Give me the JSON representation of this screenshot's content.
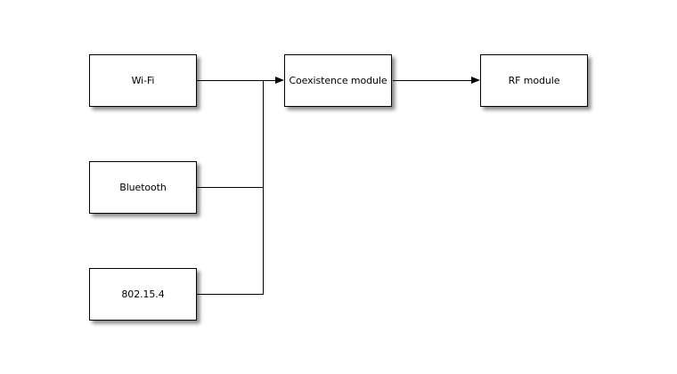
{
  "diagram": {
    "background_color": "#ffffff",
    "node_fill_color": "#ffffff",
    "node_border_color": "#000000",
    "edge_color": "#000000",
    "text_color": "#000000",
    "nodes": {
      "wifi": {
        "label": "Wi-Fi"
      },
      "bluetooth": {
        "label": "Bluetooth"
      },
      "zigbee": {
        "label": "802.15.4"
      },
      "coexistence": {
        "label": "Coexistence module"
      },
      "rf": {
        "label": "RF module"
      }
    },
    "edges": [
      {
        "from": "wifi",
        "to": "coexistence",
        "arrowhead": true
      },
      {
        "from": "bluetooth",
        "to": "coexistence",
        "arrowhead": true,
        "joins_shared_branch": true
      },
      {
        "from": "zigbee",
        "to": "coexistence",
        "arrowhead": true,
        "joins_shared_branch": true
      },
      {
        "from": "coexistence",
        "to": "rf",
        "arrowhead": true
      }
    ]
  }
}
